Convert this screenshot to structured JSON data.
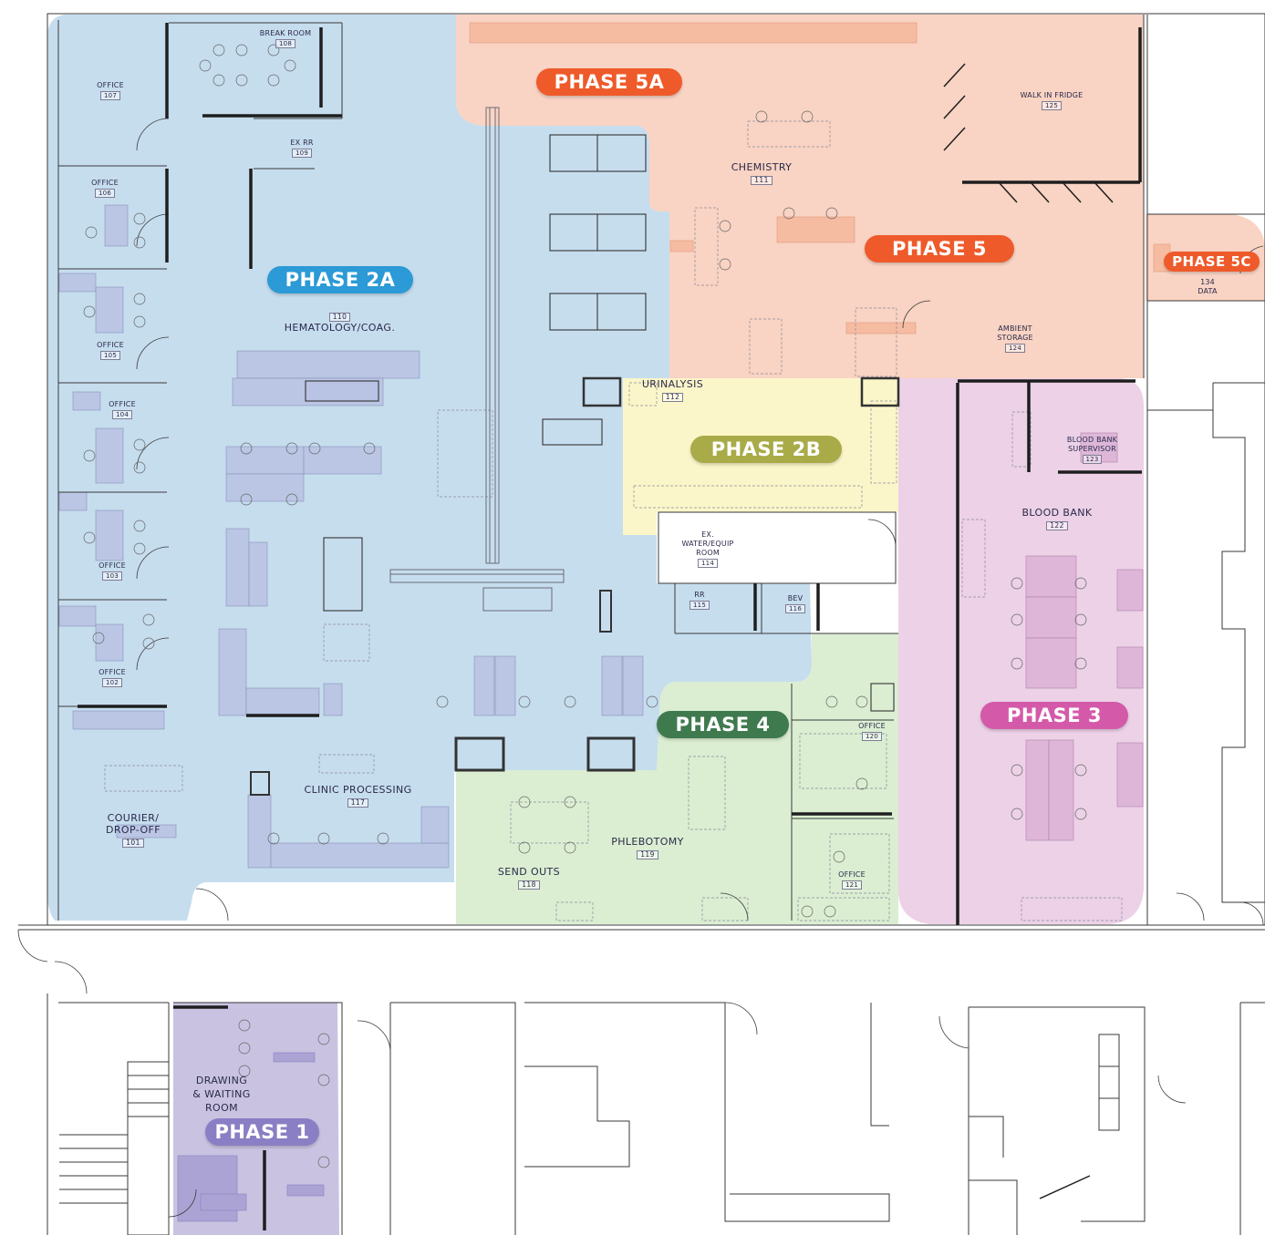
{
  "colors": {
    "phase1": "#8a7fc4",
    "phase2a": "#2b9ad6",
    "phase2b": "#a9ab48",
    "phase3": "#d45aa9",
    "phase4": "#3f7a4e",
    "phase5": "#ee5a2a",
    "phase5a": "#ee5a2a",
    "phase5c": "#ee5a2a",
    "zone_blue": "#c6ddee",
    "zone_orange": "#f9d3c3",
    "zone_yellow": "#fbf6c9",
    "zone_green": "#dbeed2",
    "zone_pink": "#ecd1e7",
    "zone_purple": "#c9c3e1"
  },
  "phases": {
    "p5a": "PHASE 5A",
    "p5": "PHASE 5",
    "p5c": "PHASE 5C",
    "p2a": "PHASE 2A",
    "p2b": "PHASE 2B",
    "p3": "PHASE 3",
    "p4": "PHASE 4",
    "p1": "PHASE 1"
  },
  "rooms": {
    "break_room": {
      "name": "BREAK ROOM",
      "num": "108"
    },
    "office_107": {
      "name": "OFFICE",
      "num": "107"
    },
    "ex_rr": {
      "name": "EX RR",
      "num": "109"
    },
    "office_106": {
      "name": "OFFICE",
      "num": "106"
    },
    "office_105": {
      "name": "OFFICE",
      "num": "105"
    },
    "office_104": {
      "name": "OFFICE",
      "num": "104"
    },
    "office_103": {
      "name": "OFFICE",
      "num": "103"
    },
    "office_102": {
      "name": "OFFICE",
      "num": "102"
    },
    "hematology": {
      "name": "HEMATOLOGY/COAG.",
      "num": "110"
    },
    "chemistry": {
      "name": "CHEMISTRY",
      "num": "111"
    },
    "walk_in_fridge": {
      "name": "WALK IN FRIDGE",
      "num": "125"
    },
    "data": {
      "name": "DATA",
      "num": "134"
    },
    "ambient_storage": {
      "line1": "AMBIENT",
      "line2": "STORAGE",
      "num": "124"
    },
    "urinalysis": {
      "name": "URINALYSIS",
      "num": "112"
    },
    "blood_bank_supervisor": {
      "line1": "BLOOD BANK",
      "line2": "SUPERVISOR",
      "num": "123"
    },
    "blood_bank": {
      "name": "BLOOD BANK",
      "num": "122"
    },
    "water_equip": {
      "line1": "EX.",
      "line2": "WATER/EQUIP",
      "line3": "ROOM",
      "num": "114"
    },
    "rr_115": {
      "name": "RR",
      "num": "115"
    },
    "bev": {
      "name": "BEV",
      "num": "116"
    },
    "office_120": {
      "name": "OFFICE",
      "num": "120"
    },
    "clinic_processing": {
      "name": "CLINIC PROCESSING",
      "num": "117"
    },
    "courier": {
      "line1": "COURIER/",
      "line2": "DROP-OFF",
      "num": "101"
    },
    "phlebotomy": {
      "name": "PHLEBOTOMY",
      "num": "119"
    },
    "send_outs": {
      "name": "SEND OUTS",
      "num": "118"
    },
    "office_121": {
      "name": "OFFICE",
      "num": "121"
    },
    "drawing": {
      "line1": "DRAWING",
      "line2": "& WAITING",
      "line3": "ROOM"
    }
  }
}
